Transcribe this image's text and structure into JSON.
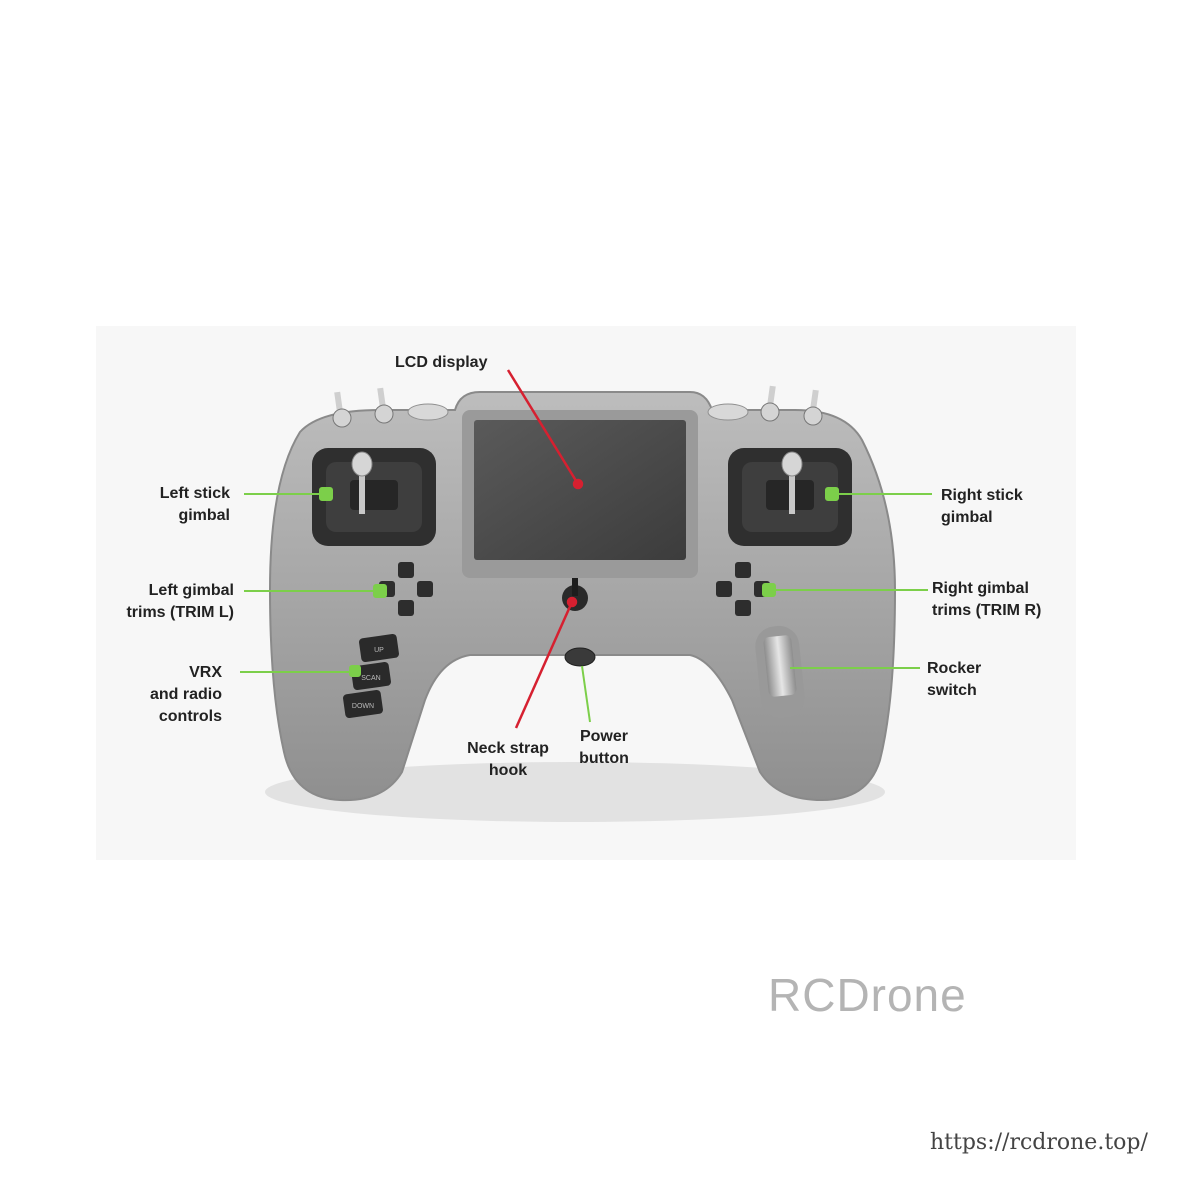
{
  "diagram": {
    "labels": {
      "lcd_display": "LCD display",
      "left_stick_gimbal": [
        "Left stick",
        "gimbal"
      ],
      "right_stick_gimbal": [
        "Right stick",
        "gimbal"
      ],
      "left_gimbal_trims": [
        "Left gimbal",
        "trims (TRIM L)"
      ],
      "right_gimbal_trims": [
        "Right gimbal",
        "trims (TRIM R)"
      ],
      "vrx_controls": [
        "VRX",
        "and radio",
        "controls"
      ],
      "rocker_switch": [
        "Rocker",
        "switch"
      ],
      "neck_strap_hook": [
        "Neck strap",
        "hook"
      ],
      "power_button": [
        "Power",
        "button"
      ]
    },
    "vrx_buttons": [
      "UP",
      "SCAN",
      "DOWN"
    ],
    "colors": {
      "callout_green": "#7ccf4a",
      "callout_red": "#d62030",
      "body_grey": "#a9a9a9"
    }
  },
  "watermark": "RCDrone",
  "source_url": "https://rcdrone.top/"
}
